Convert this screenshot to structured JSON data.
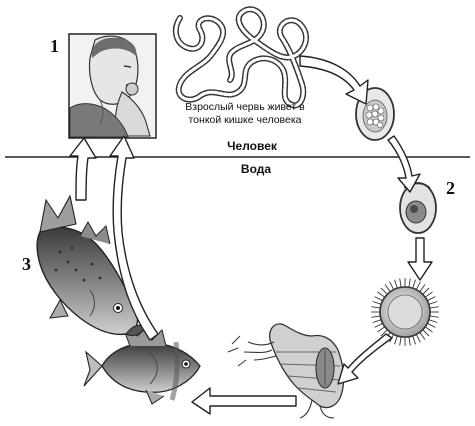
{
  "caption": {
    "line1": "Взрослый червь живет в",
    "line2": "тонкой кишке человека"
  },
  "zones": {
    "top": "Человек",
    "bottom": "Вода"
  },
  "stage_numbers": [
    "1",
    "2",
    "3"
  ],
  "colors": {
    "ink": "#111111",
    "arrow_fill": "#ffffff",
    "shade": "#9a9a9a",
    "light_shade": "#d4d4d4"
  }
}
